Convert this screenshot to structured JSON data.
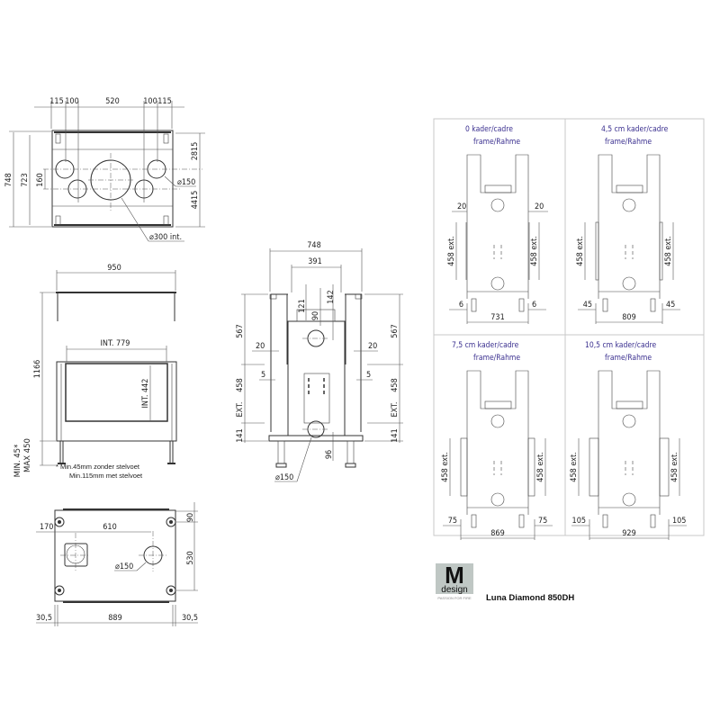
{
  "top_view": {
    "dim_115_left": "115",
    "dim_100_left": "100",
    "dim_520": "520",
    "dim_100_right": "100",
    "dim_115_right": "115",
    "dim_748": "748",
    "dim_723": "723",
    "dim_160": "160",
    "dim_2815": "2815",
    "dim_4415": "4415",
    "dia_150": "⌀150",
    "dia_300": "⌀300 int."
  },
  "front_view": {
    "dim_950": "950",
    "int_779": "INT. 779",
    "int_442": "INT. 442",
    "dim_1166": "1166",
    "min_45": "MIN. 45*",
    "max_450": "MAX 450",
    "note_line1": "* Min.45mm zonder stelvoet",
    "note_line2": "Min.115mm met stelvoet"
  },
  "side_view": {
    "dim_748": "748",
    "dim_391": "391",
    "dim_121": "121",
    "dim_142": "142",
    "dim_90": "90",
    "dim_567_left": "567",
    "dim_567_right": "567",
    "dim_20_left": "20",
    "dim_20_right": "20",
    "dim_5_left": "5",
    "dim_5_right": "5",
    "dim_458_left": "458",
    "dim_458_right": "458",
    "ext_left": "EXT.",
    "ext_right": "EXT.",
    "dim_141_left": "141",
    "dim_141_right": "141",
    "dim_96": "96",
    "dia_150": "⌀150"
  },
  "bottom_view": {
    "dim_170": "170",
    "dim_610": "610",
    "dim_90": "90",
    "dim_530": "530",
    "dia_150": "⌀150",
    "dim_30_5_left": "30,5",
    "dim_889": "889",
    "dim_30_5_right": "30,5"
  },
  "frame_panels": [
    {
      "line1": "0   kader/cadre",
      "line2": "frame/Rahme",
      "side": "20",
      "ext": "458 ext.",
      "leg": "6",
      "width": "731",
      "frame_level": 0
    },
    {
      "line1": "4,5 cm   kader/cadre",
      "line2": "frame/Rahme",
      "side": "",
      "ext": "458 ext.",
      "leg": "45",
      "width": "809",
      "frame_level": 1
    },
    {
      "line1": "7,5 cm   kader/cadre",
      "line2": "frame/Rahme",
      "side": "",
      "ext": "458 ext.",
      "leg": "75",
      "width": "869",
      "frame_level": 2
    },
    {
      "line1": "10,5 cm kader/cadre",
      "line2": "frame/Rahme",
      "side": "",
      "ext": "458 ext.",
      "leg": "105",
      "width": "929",
      "frame_level": 3
    }
  ],
  "brand": {
    "logo_letter": "M",
    "logo_word": "design",
    "tagline": "PASSION FOR FIRE",
    "logo_bg": "#bfc7c4"
  },
  "product_title": "Luna Diamond 850DH",
  "colors": {
    "panel_text": "#3a2f8f",
    "panel_border": "#c9c9c9"
  }
}
